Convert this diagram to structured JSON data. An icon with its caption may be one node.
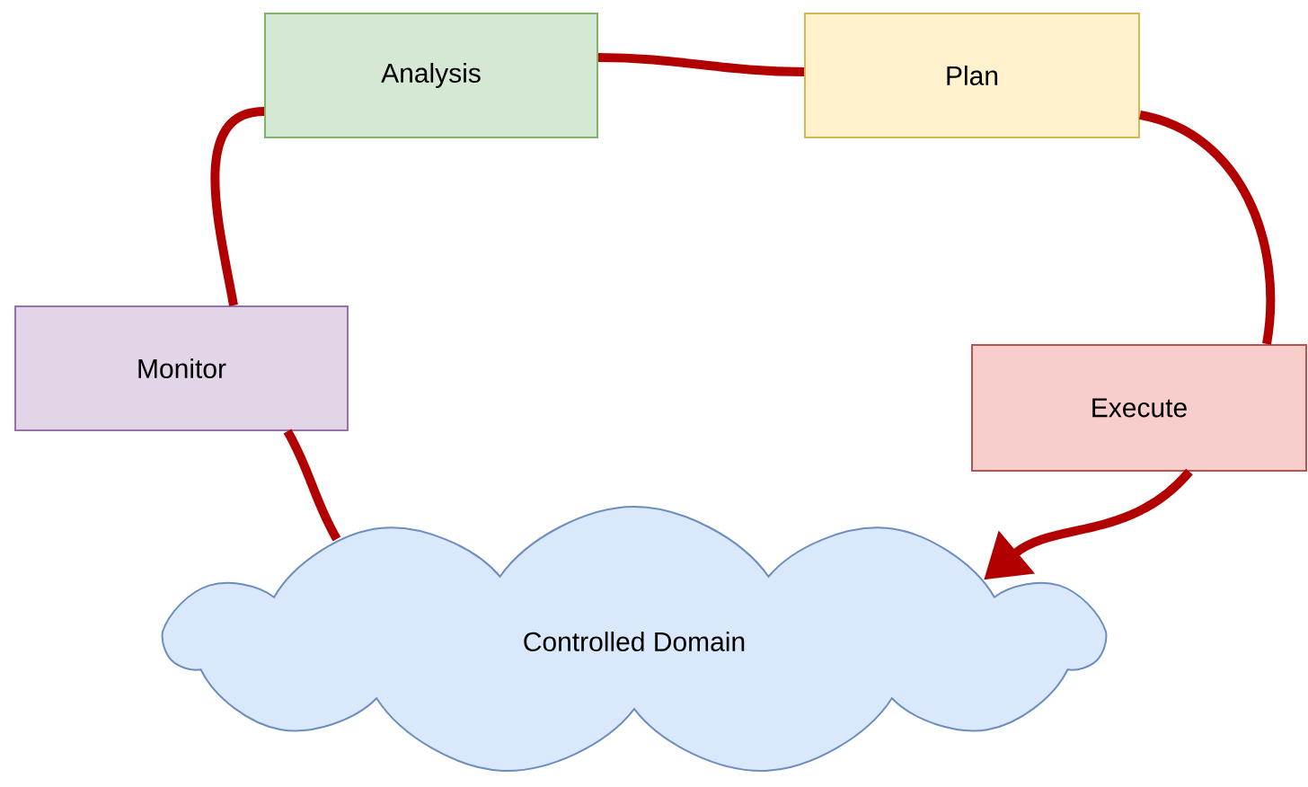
{
  "diagram": {
    "nodes": [
      {
        "text": [
          "Analysis"
        ]
      },
      {
        "text": [
          "Plan"
        ]
      },
      {
        "text": [
          "Monitor"
        ]
      },
      {
        "text": [
          "Execute"
        ]
      },
      {
        "text": [
          "Controlled Domain"
        ]
      }
    ],
    "edges": [
      {
        "from": 4,
        "to": 2,
        "arrow": "none"
      },
      {
        "from": 2,
        "to": 0,
        "arrow": "none"
      },
      {
        "from": 0,
        "to": 1,
        "arrow": "none"
      },
      {
        "from": 1,
        "to": 3,
        "arrow": "none"
      },
      {
        "from": 3,
        "to": 4,
        "arrow": "to"
      }
    ]
  }
}
